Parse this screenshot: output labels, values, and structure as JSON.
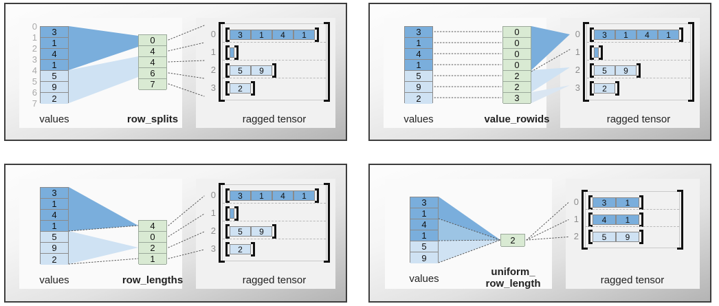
{
  "colors": {
    "dark_blue": "#7aaedc",
    "light_blue": "#cfe2f3",
    "green": "#d9ead3",
    "panel_border": "#3d3d3d",
    "index_gray": "#a8a8a8"
  },
  "common": {
    "values_label": "values",
    "ragged_label": "ragged tensor"
  },
  "panels": [
    {
      "id": "row_splits",
      "encoding_label": "row_splits",
      "values_label": "values",
      "ragged_label": "ragged tensor",
      "values": [
        3,
        1,
        4,
        1,
        5,
        9,
        2
      ],
      "value_shades": [
        "blue",
        "blue",
        "blue",
        "blue",
        "lblue",
        "lblue",
        "lblue"
      ],
      "value_indices": [
        0,
        1,
        2,
        3,
        4,
        5,
        6,
        7
      ],
      "encoding_values": [
        0,
        4,
        4,
        6,
        7
      ],
      "ragged_rows": [
        {
          "index": 0,
          "cells": [
            3,
            1,
            4,
            1
          ],
          "shade": "blue"
        },
        {
          "index": 1,
          "cells": [],
          "shade": "blue"
        },
        {
          "index": 2,
          "cells": [
            5,
            9
          ],
          "shade": "lblue"
        },
        {
          "index": 3,
          "cells": [
            2
          ],
          "shade": "lblue"
        }
      ]
    },
    {
      "id": "value_rowids",
      "encoding_label": "value_rowids",
      "values_label": "values",
      "ragged_label": "ragged tensor",
      "values": [
        3,
        1,
        4,
        1,
        5,
        9,
        2
      ],
      "value_shades": [
        "blue",
        "blue",
        "blue",
        "blue",
        "lblue",
        "lblue",
        "lblue"
      ],
      "value_indices": [],
      "encoding_values": [
        0,
        0,
        0,
        0,
        2,
        2,
        3
      ],
      "ragged_rows": [
        {
          "index": 0,
          "cells": [
            3,
            1,
            4,
            1
          ],
          "shade": "blue"
        },
        {
          "index": 1,
          "cells": [],
          "shade": "blue"
        },
        {
          "index": 2,
          "cells": [
            5,
            9
          ],
          "shade": "lblue"
        },
        {
          "index": 3,
          "cells": [
            2
          ],
          "shade": "lblue"
        }
      ]
    },
    {
      "id": "row_lengths",
      "encoding_label": "row_lengths",
      "values_label": "values",
      "ragged_label": "ragged tensor",
      "values": [
        3,
        1,
        4,
        1,
        5,
        9,
        2
      ],
      "value_shades": [
        "blue",
        "blue",
        "blue",
        "blue",
        "lblue",
        "lblue",
        "lblue"
      ],
      "value_indices": [],
      "encoding_values": [
        4,
        0,
        2,
        1
      ],
      "ragged_rows": [
        {
          "index": 0,
          "cells": [
            3,
            1,
            4,
            1
          ],
          "shade": "blue"
        },
        {
          "index": 1,
          "cells": [],
          "shade": "blue"
        },
        {
          "index": 2,
          "cells": [
            5,
            9
          ],
          "shade": "lblue"
        },
        {
          "index": 3,
          "cells": [
            2
          ],
          "shade": "lblue"
        }
      ]
    },
    {
      "id": "uniform_row_length",
      "encoding_label": "uniform_\nrow_length",
      "encoding_label_line1": "uniform_",
      "encoding_label_line2": "row_length",
      "values_label": "values",
      "ragged_label": "ragged tensor",
      "values": [
        3,
        1,
        4,
        1,
        5,
        9
      ],
      "value_shades": [
        "blue",
        "blue",
        "blue",
        "blue",
        "lblue",
        "lblue"
      ],
      "value_indices": [],
      "encoding_values": [
        2
      ],
      "ragged_rows": [
        {
          "index": 0,
          "cells": [
            3,
            1
          ],
          "shade": "blue"
        },
        {
          "index": 1,
          "cells": [
            4,
            1
          ],
          "shade": "blue"
        },
        {
          "index": 2,
          "cells": [
            5,
            9
          ],
          "shade": "lblue"
        }
      ]
    }
  ]
}
